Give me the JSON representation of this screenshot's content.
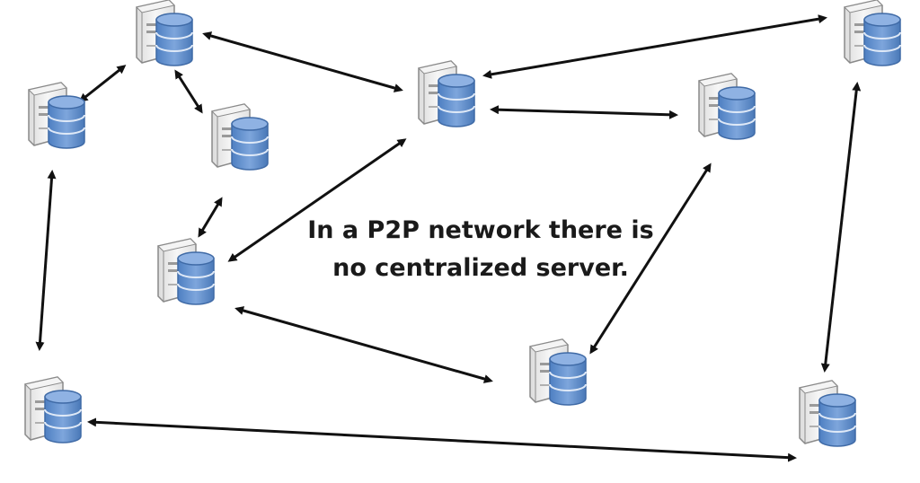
{
  "caption": {
    "line1": "In a P2P network there is",
    "line2": "no centralized server."
  },
  "colors": {
    "arrow": "#111111",
    "db_fill": "#5f8fcf",
    "db_stroke": "#3f6aa6",
    "server_fill": "#eeeeee",
    "server_stroke": "#8a8a8a"
  },
  "icons": {
    "node": "server-database-icon"
  },
  "nodes": [
    {
      "id": "n1"
    },
    {
      "id": "n2"
    },
    {
      "id": "n3"
    },
    {
      "id": "n4"
    },
    {
      "id": "n5"
    },
    {
      "id": "n6"
    },
    {
      "id": "n7"
    },
    {
      "id": "n8"
    },
    {
      "id": "n9"
    },
    {
      "id": "n10"
    },
    {
      "id": "n11"
    }
  ],
  "links": [
    {
      "from": "n1",
      "to": "n2"
    },
    {
      "from": "n1",
      "to": "n4"
    },
    {
      "from": "n1",
      "to": "n3"
    },
    {
      "from": "n4",
      "to": "n5"
    },
    {
      "from": "n2",
      "to": "n6"
    },
    {
      "from": "n2",
      "to": "n3"
    },
    {
      "from": "n3",
      "to": "n7"
    },
    {
      "from": "n3",
      "to": "n5"
    },
    {
      "from": "n5",
      "to": "n10"
    },
    {
      "from": "n6",
      "to": "n11"
    },
    {
      "from": "n7",
      "to": "n10"
    },
    {
      "from": "n6",
      "to": "n8"
    },
    {
      "from": "n9",
      "to": "n11"
    }
  ]
}
